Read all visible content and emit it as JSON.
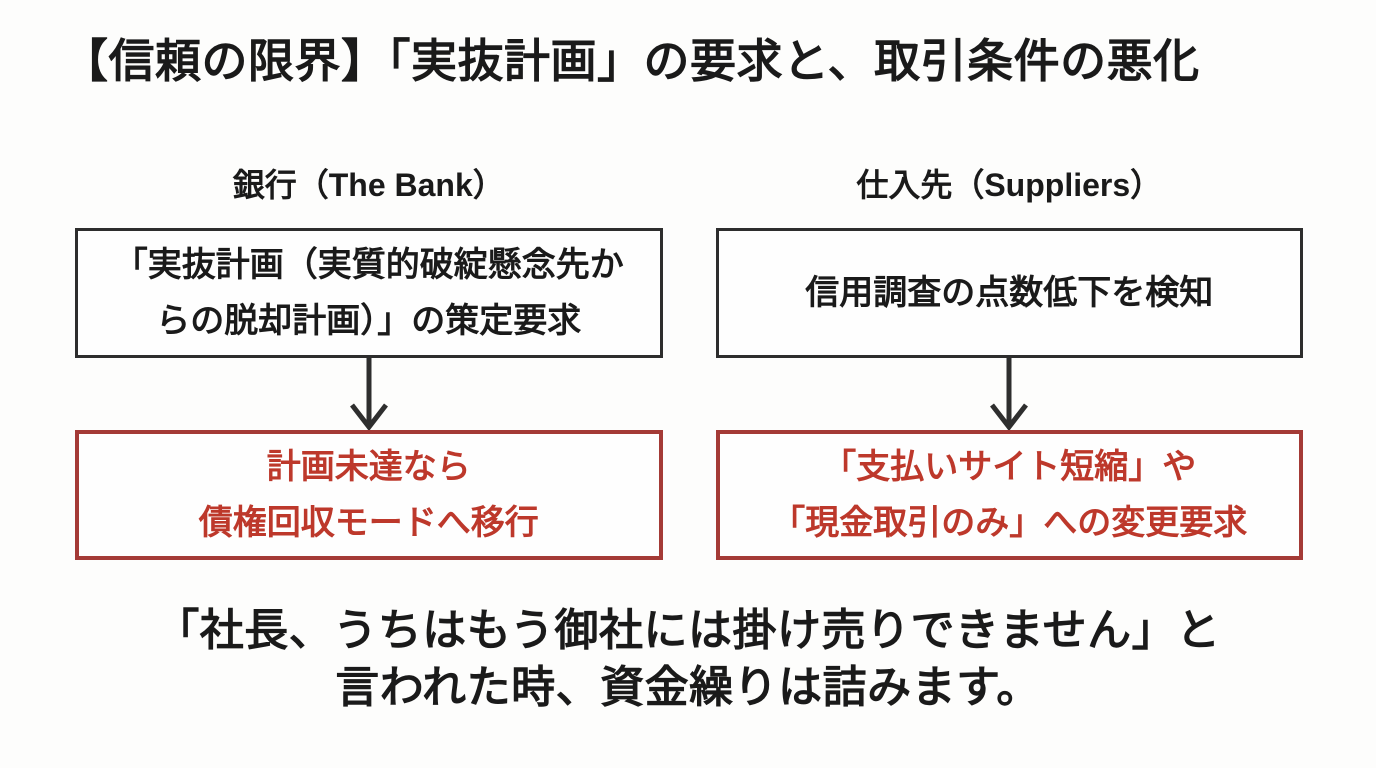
{
  "slide": {
    "title": "【信頼の限界】「実抜計画」の要求と、取引条件の悪化",
    "columns": [
      {
        "header": "銀行（The Bank）",
        "trigger_lines": [
          "「実抜計画（実質的破綻懸念先か",
          "らの脱却計画）」の策定要求"
        ],
        "consequence_lines": [
          "計画未達なら",
          "債権回収モードへ移行"
        ]
      },
      {
        "header": "仕入先（Suppliers）",
        "trigger_lines": [
          "信用調査の点数低下を検知"
        ],
        "consequence_lines": [
          "「支払いサイト短縮」や",
          "「現金取引のみ」への変更要求"
        ]
      }
    ],
    "footer_lines": [
      "「社長、うちはもう御社には掛け売りできません」と",
      "言われた時、資金繰りは詰みます。"
    ],
    "icons": {
      "down_arrow": "down-arrow"
    },
    "colors": {
      "heading_text": "#1a1a1a",
      "trigger_border": "#2d2d2d",
      "consequence_border": "#a43a36",
      "consequence_text": "#bd382b",
      "arrow": "#2e2e2e",
      "background": "#fdfdfc"
    }
  }
}
